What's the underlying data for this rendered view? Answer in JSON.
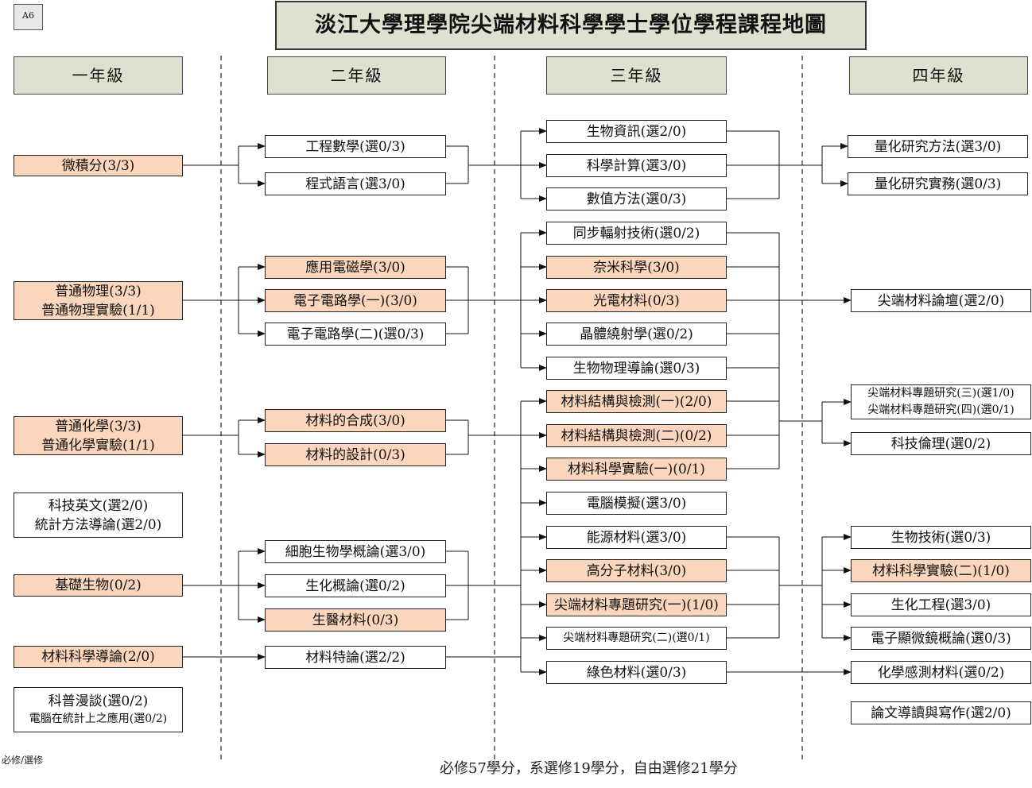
{
  "tag": "A6",
  "title": "淡江大學理學院尖端材料科學學士學位學程課程地圖",
  "years": [
    "一年級",
    "二年級",
    "三年級",
    "四年級"
  ],
  "y1": {
    "calculus": "微積分(3/3)",
    "physics": [
      "普通物理(3/3)",
      "普通物理實驗(1/1)"
    ],
    "chemistry": [
      "普通化學(3/3)",
      "普通化學實驗(1/1)"
    ],
    "english": [
      "科技英文(選2/0)",
      "統計方法導論(選2/0)"
    ],
    "biology": "基礎生物(0/2)",
    "intro_materials": "材料科學導論(2/0)",
    "science_talk": [
      "科普漫談(選0/2)",
      "電腦在統計上之應用(選0/2)"
    ]
  },
  "y2": {
    "eng_math": "工程數學(選0/3)",
    "programming": "程式語言(選3/0)",
    "em": "應用電磁學(3/0)",
    "circuits1": "電子電路學(一)(3/0)",
    "circuits2": "電子電路學(二)(選0/3)",
    "synthesis": "材料的合成(3/0)",
    "design": "材料的設計(0/3)",
    "cell_bio": "細胞生物學概論(選3/0)",
    "biochem": "生化概論(選0/2)",
    "biomed": "生醫材料(0/3)",
    "special_topics": "材料特論(選2/2)"
  },
  "y3": {
    "bioinfo": "生物資訊(選2/0)",
    "sci_comp": "科學計算(選3/0)",
    "numerical": "數值方法(選0/3)",
    "synchrotron": "同步輻射技術(選0/2)",
    "nano": "奈米科學(3/0)",
    "optoelectronic": "光電材料(0/3)",
    "diffraction": "晶體繞射學(選0/2)",
    "biophysics": "生物物理導論(選0/3)",
    "structure1": "材料結構與檢測(一)(2/0)",
    "structure2": "材料結構與檢測(二)(0/2)",
    "lab1": "材料科學實驗(一)(0/1)",
    "simulation": "電腦模擬(選3/0)",
    "energy": "能源材料(選3/0)",
    "polymer": "高分子材料(3/0)",
    "project1": "尖端材料專題研究(一)(1/0)",
    "project2": "尖端材料專題研究(二)(選0/1)",
    "green": "綠色材料(選0/3)"
  },
  "y4": {
    "quant_methods": "量化研究方法(選3/0)",
    "quant_practice": "量化研究實務(選0/3)",
    "forum": "尖端材料論壇(選2/0)",
    "projects": [
      "尖端材料專題研究(三)(選1/0)",
      "尖端材料專題研究(四)(選0/1)"
    ],
    "ethics": "科技倫理(選0/2)",
    "biotech": "生物技術(選0/3)",
    "lab2": "材料科學實驗(二)(1/0)",
    "biochem_eng": "生化工程(選3/0)",
    "em_microscopy": "電子顯微鏡概論(選0/3)",
    "chem_sensing": "化學感測材料(選0/2)",
    "thesis_reading": "論文導讀與寫作(選2/0)"
  },
  "legend_note": "必修/選修",
  "footer": "必修57學分，系選修19學分，自由選修21學分"
}
